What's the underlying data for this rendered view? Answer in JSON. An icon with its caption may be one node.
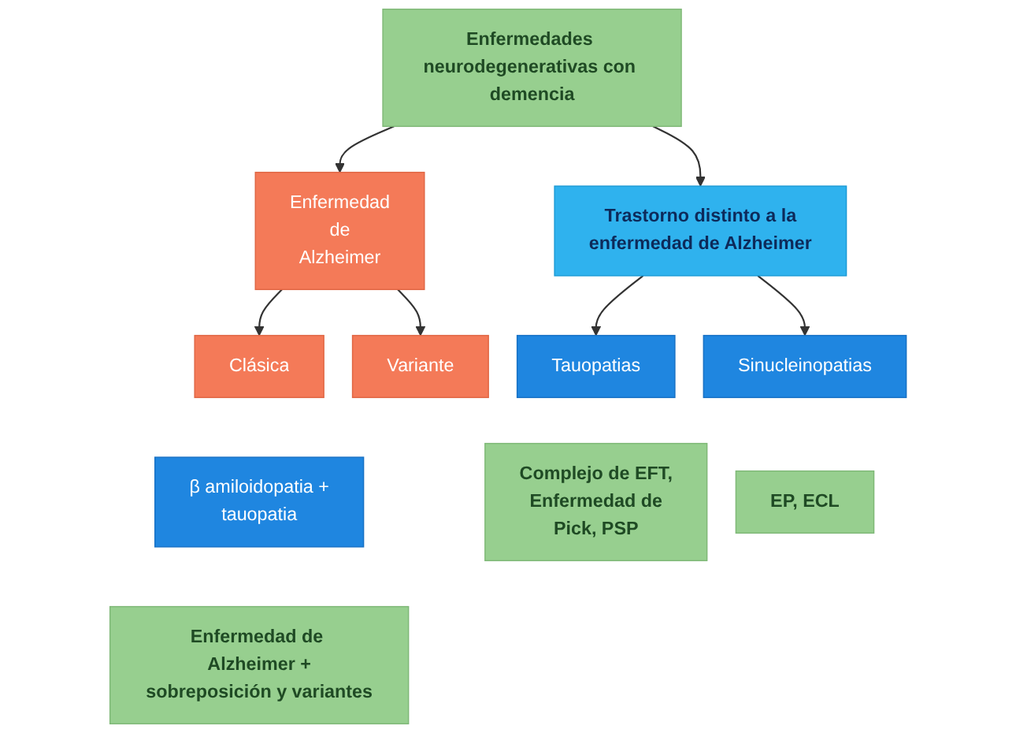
{
  "diagram": {
    "nodes": [
      {
        "text": [
          "Enfermedades neurodegenerativas con demencia"
        ]
      },
      {
        "text": [
          "Enfermedad de Alzheimer"
        ]
      },
      {
        "text": [
          "Trastorno distinto a la enfermedad de Alzheimer"
        ]
      },
      {
        "text": [
          "Clásica"
        ]
      },
      {
        "text": [
          "Variante"
        ]
      },
      {
        "text": [
          "Tauopatias"
        ]
      },
      {
        "text": [
          "Sinucleinopatias"
        ]
      },
      {
        "text": [
          "β amiloidopatia + tauopatia"
        ]
      },
      {
        "text": [
          "Complejo de EFT, Enfermedad de Pick, PSP"
        ]
      },
      {
        "text": [
          "EP, ECL"
        ]
      },
      {
        "text": [
          "Enfermedad de Alzheimer + sobreposición y variantes"
        ]
      }
    ],
    "edges": [
      {
        "from": 0,
        "to": 1,
        "arrow": "to"
      },
      {
        "from": 0,
        "to": 2,
        "arrow": "to"
      },
      {
        "from": 1,
        "to": 3,
        "arrow": "to"
      },
      {
        "from": 1,
        "to": 4,
        "arrow": "to"
      },
      {
        "from": 2,
        "to": 5,
        "arrow": "to"
      },
      {
        "from": 2,
        "to": 6,
        "arrow": "to"
      }
    ]
  }
}
